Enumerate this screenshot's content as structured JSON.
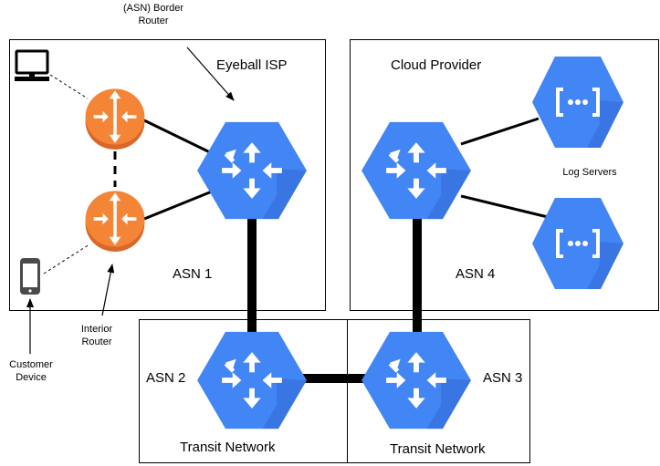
{
  "regions": [
    {
      "id": "eyeball",
      "title": "Eyeball ISP",
      "asn": "ASN 1"
    },
    {
      "id": "cloud",
      "title": "Cloud Provider",
      "asn": "ASN 4"
    },
    {
      "id": "transit2",
      "title": "Transit Network",
      "asn": "ASN 2"
    },
    {
      "id": "transit3",
      "title": "Transit Network",
      "asn": "ASN 3"
    }
  ],
  "annotations": {
    "border_router_line1": "(ASN) Border",
    "border_router_line2": "Router",
    "interior_router_line1": "Interior",
    "interior_router_line2": "Router",
    "customer_device_line1": "Customer",
    "customer_device_line2": "Device",
    "log_servers": "Log Servers"
  },
  "colors": {
    "hex_blue": "#4285f4",
    "hex_shadow": "#3367d6",
    "router_orange": "#f58536",
    "router_orange_dark": "#d9672a",
    "line": "#000000"
  },
  "icons": {
    "hex_router": "hex-router-icon",
    "log_server": "log-server-icon",
    "orange_router": "orange-router-icon",
    "laptop": "computer-icon",
    "phone": "mobile-phone-icon"
  }
}
